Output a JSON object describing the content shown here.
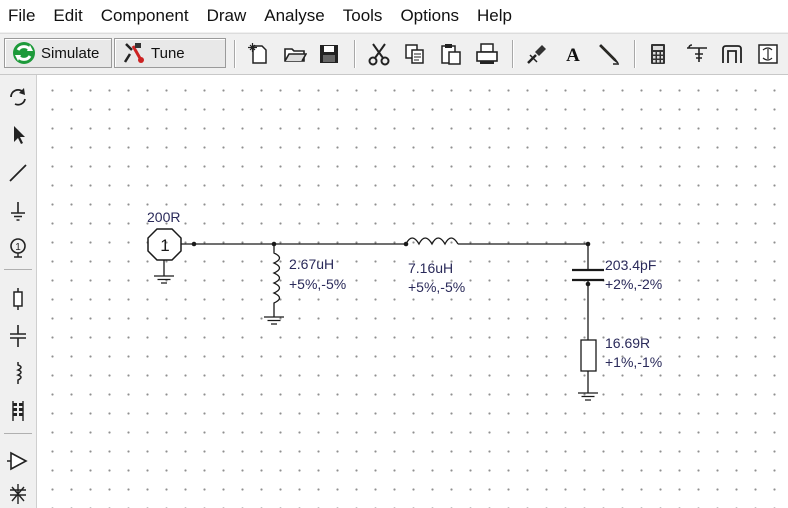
{
  "menu": {
    "items": [
      {
        "key": "file",
        "label": "File"
      },
      {
        "key": "edit",
        "label": "Edit"
      },
      {
        "key": "component",
        "label": "Component"
      },
      {
        "key": "draw",
        "label": "Draw"
      },
      {
        "key": "analyse",
        "label": "Analyse"
      },
      {
        "key": "tools",
        "label": "Tools"
      },
      {
        "key": "options",
        "label": "Options"
      },
      {
        "key": "help",
        "label": "Help"
      }
    ]
  },
  "toolbar": {
    "simulate_label": "Simulate",
    "tune_label": "Tune",
    "icons": [
      "new-icon",
      "open-icon",
      "save-icon",
      "cut-icon",
      "copy-icon",
      "paste-icon",
      "print-icon",
      "probe-icon",
      "text-icon",
      "pencil-icon",
      "calculator-icon",
      "transmission-line-icon",
      "coupled-lines-icon",
      "smith-chart-icon"
    ]
  },
  "sidebar": {
    "tools": [
      "rotate-icon",
      "select-arrow-icon",
      "wire-icon",
      "ground-icon",
      "port-icon",
      "resistor-icon",
      "capacitor-icon",
      "inductor-icon",
      "transformer-icon",
      "amplifier-icon",
      "multiport-icon"
    ]
  },
  "schematic": {
    "source": {
      "value": "200R",
      "port": "1"
    },
    "l1": {
      "value": "2.67uH",
      "tolerance": "+5%,-5%"
    },
    "l2": {
      "value": "7.16uH",
      "tolerance": "+5%,-5%"
    },
    "c1": {
      "value": "203.4pF",
      "tolerance": "+2%,-2%"
    },
    "r1": {
      "value": "16.69R",
      "tolerance": "+1%,-1%"
    }
  }
}
